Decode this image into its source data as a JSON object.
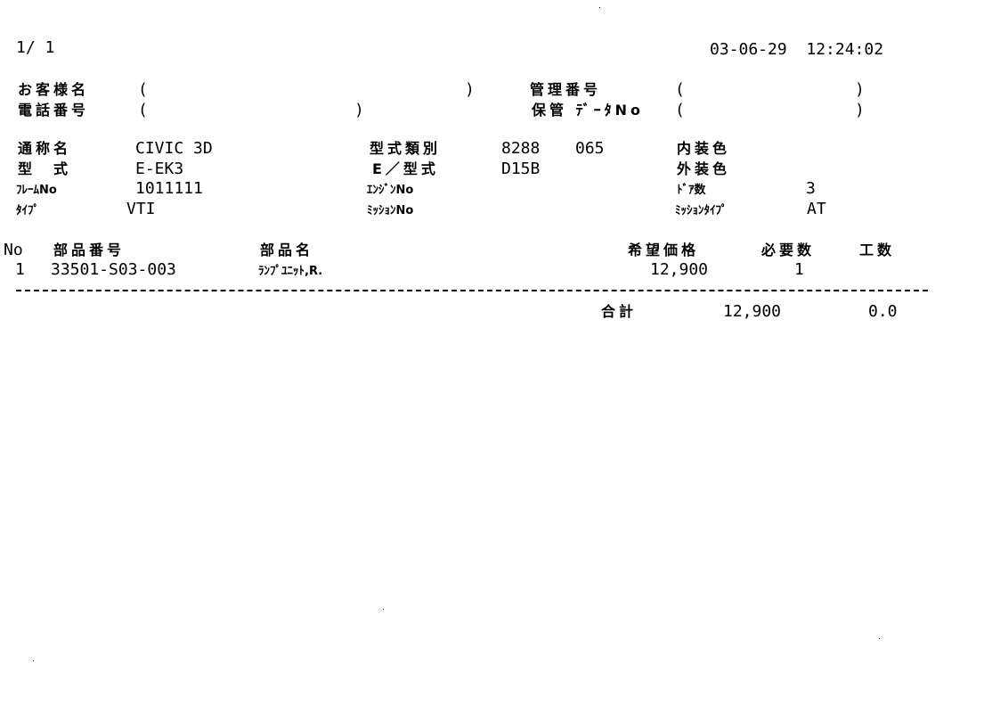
{
  "page": {
    "page_indicator": "1/ 1",
    "datetime": "03-06-29  12:24:02"
  },
  "customer": {
    "customer_name_label": "お客様名",
    "customer_name_open": "(",
    "customer_name_close": ")",
    "phone_label": "電話番号",
    "phone_open": "(",
    "phone_close": ")",
    "management_no_label": "管理番号",
    "management_no_open": "(",
    "management_no_close": ")",
    "storage_data_label": "保管 ﾃﾞｰﾀNo",
    "storage_data_open": "(",
    "storage_data_close": ")"
  },
  "vehicle": {
    "common_name_label": "通称名",
    "common_name": "CIVIC 3D",
    "model_label": "型　式",
    "model": "E-EK3",
    "frame_no_label": "ﾌﾚｰﾑNo",
    "frame_no": "1011111",
    "type_label": "ﾀｲﾌﾟ",
    "type": "VTI",
    "model_class_label": "型式類別",
    "model_class_1": "8288",
    "model_class_2": "065",
    "engine_model_label": "E／型式",
    "engine_model": "D15B",
    "engine_no_label": "ｴﾝｼﾞﾝNo",
    "mission_no_label": "ﾐｯｼｮﾝNo",
    "interior_color_label": "内装色",
    "exterior_color_label": "外装色",
    "door_count_label": "ﾄﾞｱ数",
    "door_count": "3",
    "mission_type_label": "ﾐｯｼｮﾝﾀｲﾌﾟ",
    "mission_type": "AT"
  },
  "parts_table": {
    "headers": {
      "no": "No",
      "part_number": "部品番号",
      "part_name": "部品名",
      "price": "希望価格",
      "quantity": "必要数",
      "labor": "工数"
    },
    "rows": [
      {
        "no": "1",
        "part_number": "33501-S03-003",
        "part_name": "ﾗﾝﾌﾟﾕﾆｯﾄ,R.",
        "price": "12,900",
        "quantity": "1"
      }
    ],
    "total_label": "合計",
    "total_price": "12,900",
    "total_labor": "0.0"
  }
}
